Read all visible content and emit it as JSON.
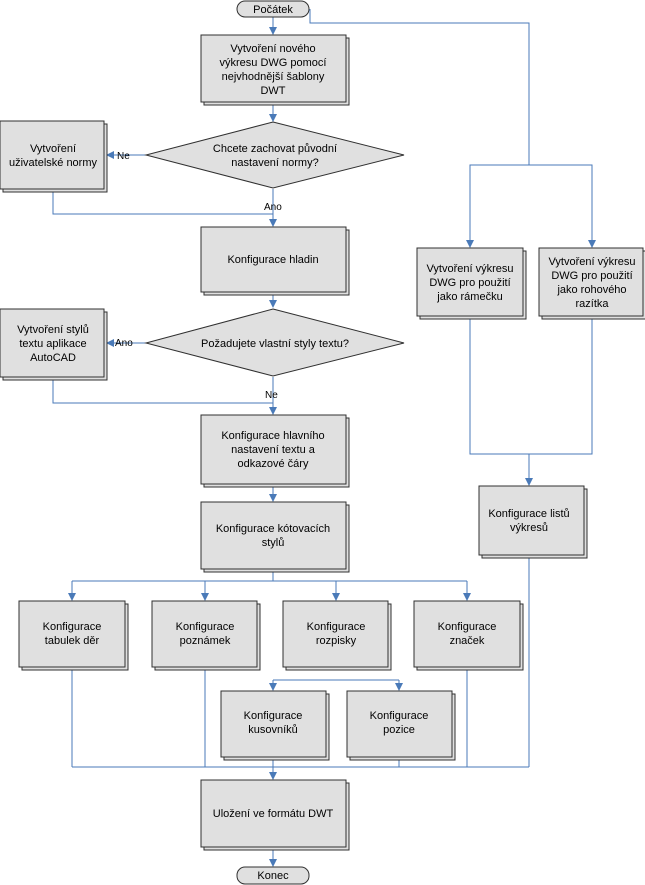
{
  "diagram": {
    "start": "Počátek",
    "end": "Konec",
    "create_dwg": [
      "Vytvoření nového",
      "výkresu DWG pomocí",
      "nejvhodnější šablony",
      "DWT"
    ],
    "decision_keep": [
      "Chcete zachovat původní",
      "nastavení normy?"
    ],
    "create_user_norm": [
      "Vytvoření",
      "uživatelské normy"
    ],
    "config_layers": [
      "Konfigurace hladin"
    ],
    "decision_text_styles": [
      "Požadujete vlastní styly textu?"
    ],
    "create_text_styles": [
      "Vytvoření stylů",
      "textu aplikace",
      "AutoCAD"
    ],
    "config_main_text": [
      "Konfigurace hlavního",
      "nastavení textu a",
      "odkazové čáry"
    ],
    "config_dim_styles": [
      "Konfigurace kótovacích",
      "stylů"
    ],
    "config_hole_tables": [
      "Konfigurace",
      "tabulek děr"
    ],
    "config_notes": [
      "Konfigurace",
      "poznámek"
    ],
    "config_title_blocks": [
      "Konfigurace",
      "rozpisky"
    ],
    "config_symbols": [
      "Konfigurace",
      "značek"
    ],
    "config_parts_lists": [
      "Konfigurace",
      "kusovníků"
    ],
    "config_balloons": [
      "Konfigurace",
      "pozice"
    ],
    "save_dwt": [
      "Uložení ve formátu DWT"
    ],
    "create_frame": [
      "Vytvoření výkresu",
      "DWG pro použití",
      "jako rámečku"
    ],
    "create_corner": [
      "Vytvoření výkresu",
      "DWG pro použití",
      "jako rohového",
      "razítka"
    ],
    "config_sheets": [
      "Konfigurace listů",
      "výkresů"
    ],
    "labels": {
      "no1": "Ne",
      "yes1": "Ano",
      "yes2": "Ano",
      "no2": "Ne"
    }
  }
}
